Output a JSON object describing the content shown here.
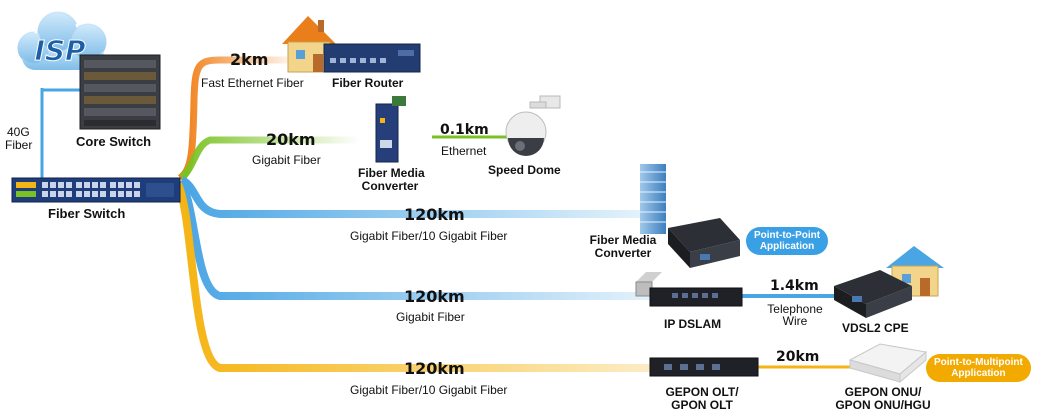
{
  "colors": {
    "orange": "#f07c12",
    "green": "#7ac224",
    "blue": "#4aa5e4",
    "yellow": "#f5b414",
    "blue_badge": "#3aa0e6",
    "orange_badge": "#f2a900"
  },
  "nodes": {
    "isp": "ISP",
    "core_switch": "Core Switch",
    "uplink_label_1": "40G",
    "uplink_label_2": "Fiber",
    "fiber_switch": "Fiber Switch",
    "fiber_router": "Fiber Router",
    "media_converter_1_line1": "Fiber Media",
    "media_converter_1_line2": "Converter",
    "speed_dome": "Speed Dome",
    "media_converter_2_line1": "Fiber Media",
    "media_converter_2_line2": "Converter",
    "ip_dslam": "IP DSLAM",
    "vdsl2_cpe": "VDSL2 CPE",
    "gepon_olt_line1": "GEPON OLT/",
    "gepon_olt_line2": "GPON OLT",
    "gepon_onu_line1": "GEPON ONU/",
    "gepon_onu_line2": "GPON ONU/HGU"
  },
  "links": [
    {
      "distance": "2km",
      "medium": "Fast Ethernet Fiber"
    },
    {
      "distance": "20km",
      "medium": "Gigabit Fiber"
    },
    {
      "distance": "0.1km",
      "medium": "Ethernet"
    },
    {
      "distance": "120km",
      "medium": "Gigabit Fiber/10 Gigabit Fiber"
    },
    {
      "distance": "120km",
      "medium": "Gigabit Fiber"
    },
    {
      "distance": "1.4km",
      "medium_line1": "Telephone",
      "medium_line2": "Wire"
    },
    {
      "distance": "120km",
      "medium": "Gigabit Fiber/10 Gigabit Fiber"
    },
    {
      "distance": "20km"
    }
  ],
  "badges": {
    "p2p_line1": "Point-to-Point",
    "p2p_line2": "Application",
    "p2mp_line1": "Point-to-Multipoint",
    "p2mp_line2": "Application"
  }
}
